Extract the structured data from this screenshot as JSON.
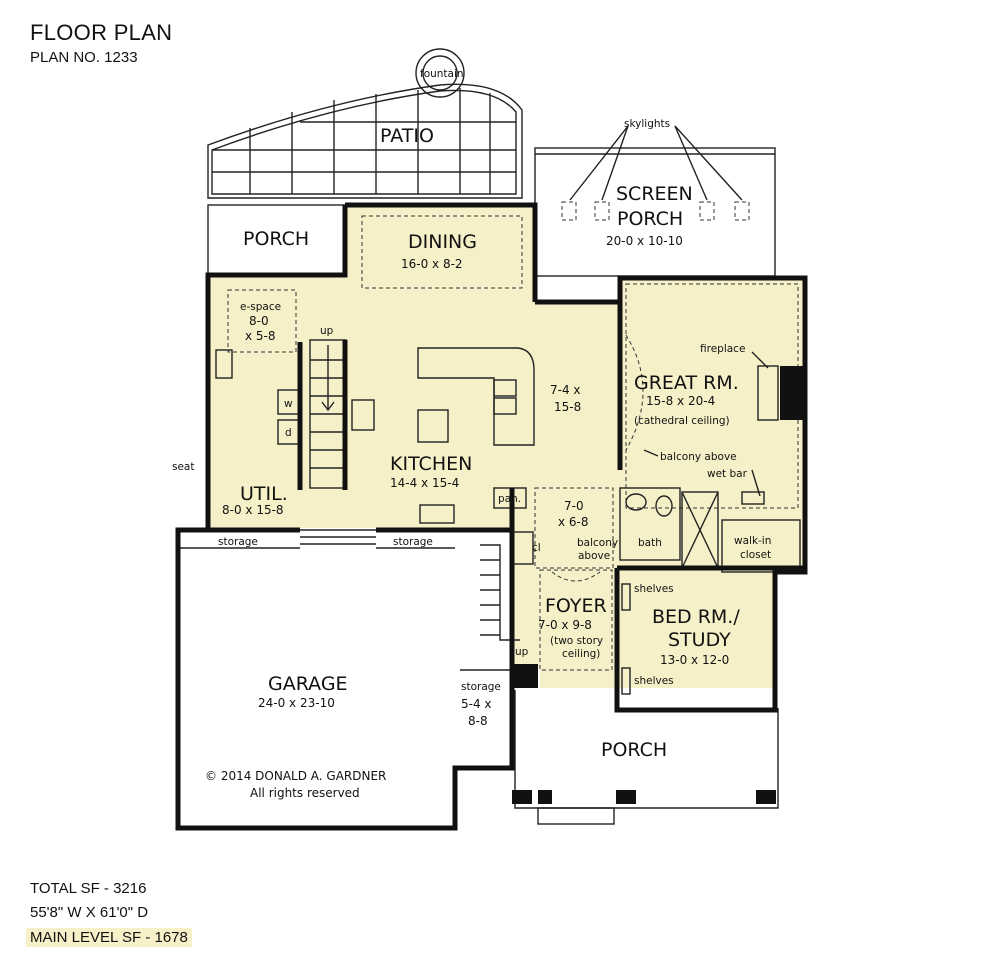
{
  "header": {
    "title": "FLOOR PLAN",
    "plan_no": "PLAN NO. 1233"
  },
  "stats": {
    "total_sf": "TOTAL SF - 3216",
    "dimensions": "55'8\" W X 61'0\" D",
    "main_level_sf": "MAIN LEVEL SF - 1678"
  },
  "rooms": {
    "patio": {
      "name": "PATIO"
    },
    "screen_porch": {
      "name1": "SCREEN",
      "name2": "PORCH",
      "dims": "20-0 x 10-10"
    },
    "rear_porch": {
      "name": "PORCH"
    },
    "dining": {
      "name": "DINING",
      "dims": "16-0 x 8-2"
    },
    "espace": {
      "name": "e-space",
      "dims1": "8-0",
      "dims2": "x 5-8"
    },
    "kitchen": {
      "name": "KITCHEN",
      "dims": "14-4 x 15-4"
    },
    "nook": {
      "dims1": "7-4 x",
      "dims2": "15-8"
    },
    "great_room": {
      "name": "GREAT RM.",
      "dims": "15-8 x 20-4",
      "note": "(cathedral ceiling)"
    },
    "util": {
      "name": "UTIL.",
      "dims": "8-0 x 15-8"
    },
    "hall": {
      "dims1": "7-0",
      "dims2": "x 6-8"
    },
    "foyer": {
      "name": "FOYER",
      "dims": "7-0 x 9-8",
      "note1": "(two story",
      "note2": "ceiling)"
    },
    "bed": {
      "name1": "BED RM./",
      "name2": "STUDY",
      "dims": "13-0 x 12-0"
    },
    "garage": {
      "name": "GARAGE",
      "dims": "24-0 x 23-10"
    },
    "storage_small": {
      "name": "storage",
      "dims1": "5-4 x",
      "dims2": "8-8"
    },
    "front_porch": {
      "name": "PORCH"
    }
  },
  "labels": {
    "fountain": "fountain",
    "skylights": "skylights",
    "fireplace": "fireplace",
    "balcony_above": "balcony above",
    "wet_bar": "wet bar",
    "up": "up",
    "w": "w",
    "d": "d",
    "seat": "seat",
    "pan": "pan.",
    "cl": "cl",
    "balcony": "balcony",
    "above": "above",
    "bath": "bath",
    "walk_in": "walk-in",
    "closet": "closet",
    "shelves": "shelves",
    "storage": "storage"
  },
  "copyright": {
    "line1": "© 2014 DONALD A. GARDNER",
    "line2": "All rights reserved"
  }
}
